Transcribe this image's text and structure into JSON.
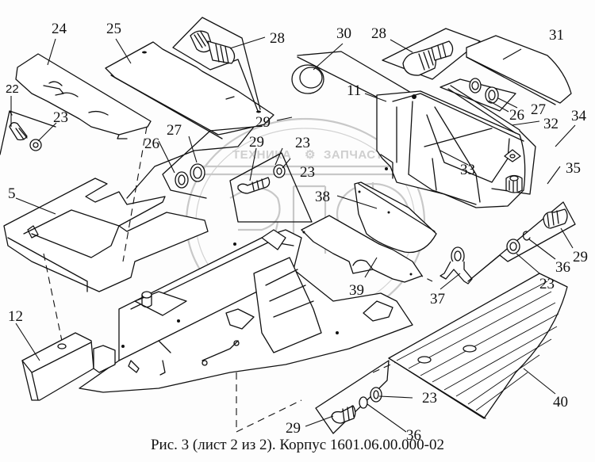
{
  "caption": "Рис. 3 (лист 2 из 2). Корпус 1601.06.00.000-02",
  "watermark": {
    "text_left": "ТЕХНИКА",
    "text_right": "ЗАПЧАСТИ",
    "logo_letters": "ЭПФ"
  },
  "callouts": {
    "c22": "22",
    "c23a": "23",
    "c24": "24",
    "c25": "25",
    "c28a": "28",
    "c26a": "26",
    "c27a": "27",
    "c29a": "29",
    "c23b": "23",
    "c23c": "23",
    "c30": "30",
    "c28b": "28",
    "c31": "31",
    "c11": "11",
    "c29b": "29",
    "c27b": "27",
    "c26b": "26",
    "c32": "32",
    "c34": "34",
    "c33": "33",
    "c35": "35",
    "c5": "5",
    "c38": "38",
    "c39": "39",
    "c37": "37",
    "c29c": "29",
    "c36a": "36",
    "c23d": "23",
    "c12": "12",
    "c40": "40",
    "c23e": "23",
    "c29d": "29",
    "c36b": "36"
  }
}
